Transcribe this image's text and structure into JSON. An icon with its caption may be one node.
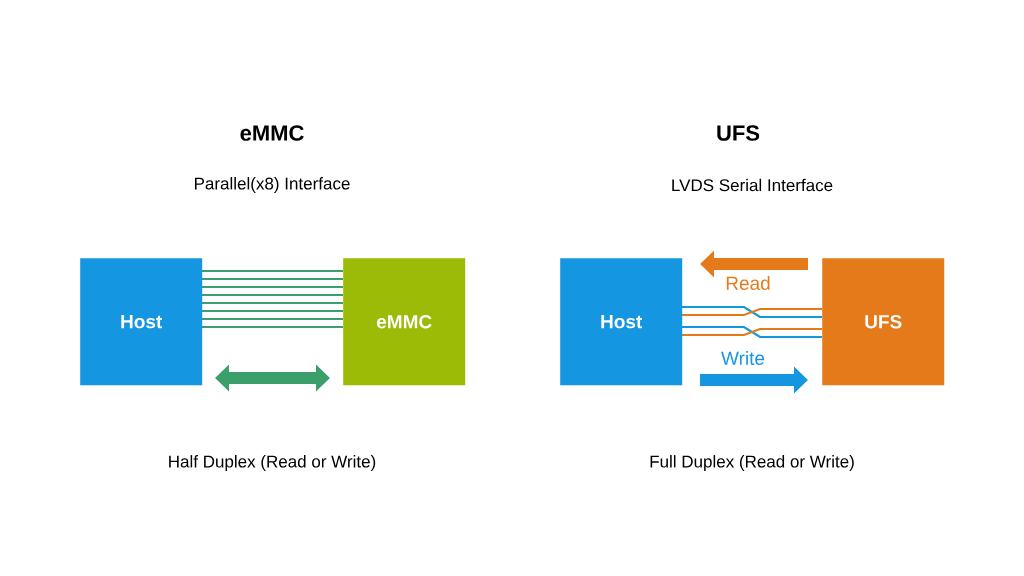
{
  "diagram": {
    "nodes": [
      {
        "text": [
          "Host"
        ]
      },
      {
        "text": [
          "eMMC"
        ]
      },
      {
        "text": [
          "Host"
        ]
      },
      {
        "text": [
          "UFS"
        ]
      }
    ],
    "edges": [
      {
        "from": 0,
        "to": 1,
        "arrow": "none"
      },
      {
        "from": 0,
        "to": 1,
        "arrow": "none"
      },
      {
        "from": 0,
        "to": 1,
        "arrow": "none"
      },
      {
        "from": 0,
        "to": 1,
        "arrow": "none"
      },
      {
        "from": 0,
        "to": 1,
        "arrow": "none"
      },
      {
        "from": 0,
        "to": 1,
        "arrow": "none"
      },
      {
        "from": 0,
        "to": 1,
        "arrow": "none"
      },
      {
        "from": 0,
        "to": 1,
        "arrow": "none"
      },
      {
        "from": 0,
        "to": 1,
        "arrow": "both",
        "style": "thick"
      },
      {
        "from": 2,
        "to": 3,
        "arrow": "none",
        "color": "#1496e0"
      },
      {
        "from": 2,
        "to": 3,
        "arrow": "none",
        "color": "#e57a1a"
      },
      {
        "from": 2,
        "to": 3,
        "arrow": "none",
        "color": "#1496e0"
      },
      {
        "from": 2,
        "to": 3,
        "arrow": "none",
        "color": "#e57a1a"
      },
      {
        "from": 3,
        "to": 2,
        "arrow": "to",
        "style": "thick",
        "color": "#e57a1a",
        "label": "Read"
      },
      {
        "from": 2,
        "to": 3,
        "arrow": "to",
        "style": "thick",
        "color": "#1496e0",
        "label": "Write"
      }
    ],
    "labels": [
      "eMMC",
      "Parallel(x8) Interface",
      "UFS",
      "LVDS Serial Interface",
      "Half Duplex (Read or Write)",
      "Full Duplex (Read or Write)"
    ]
  }
}
